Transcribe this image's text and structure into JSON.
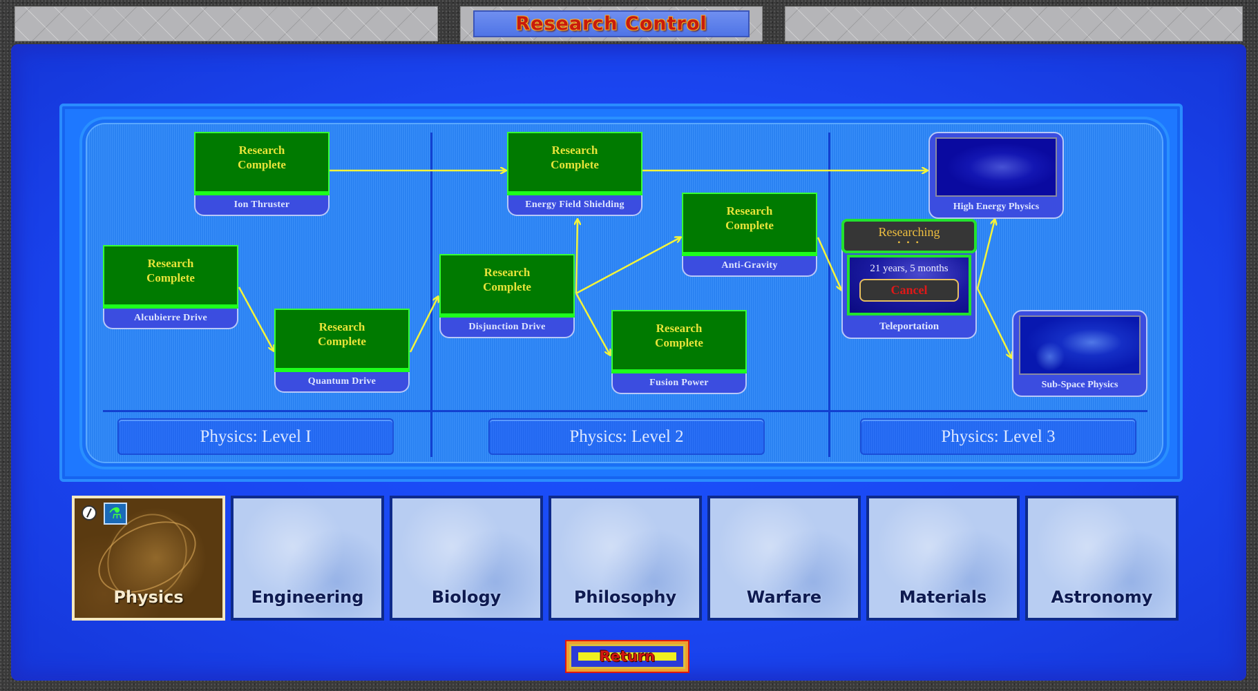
{
  "header": {
    "title": "Research Control"
  },
  "tree": {
    "field": "Physics",
    "levels": [
      {
        "label": "Physics: Level I"
      },
      {
        "label": "Physics: Level 2"
      },
      {
        "label": "Physics: Level 3"
      }
    ],
    "complete_status_line1": "Research",
    "complete_status_line2": "Complete",
    "nodes": {
      "ion_thruster": {
        "name": "Ion Thruster",
        "status": "Research Complete"
      },
      "alcubierre_drive": {
        "name": "Alcubierre Drive",
        "status": "Research Complete"
      },
      "quantum_drive": {
        "name": "Quantum Drive",
        "status": "Research Complete"
      },
      "energy_field_shielding": {
        "name": "Energy Field Shielding",
        "status": "Research Complete"
      },
      "disjunction_drive": {
        "name": "Disjunction Drive",
        "status": "Research Complete"
      },
      "anti_gravity": {
        "name": "Anti-Gravity",
        "status": "Research Complete"
      },
      "fusion_power": {
        "name": "Fusion Power",
        "status": "Research Complete"
      },
      "teleportation": {
        "name": "Teleportation",
        "status": "Researching",
        "dots": "• • •",
        "time_remaining": "21 years, 5 months",
        "cancel_label": "Cancel"
      },
      "high_energy_physics": {
        "name": "High Energy Physics",
        "status": "Not researched"
      },
      "sub_space_physics": {
        "name": "Sub-Space Physics",
        "status": "Not researched"
      }
    },
    "connections": [
      [
        "Ion Thruster",
        "Energy Field Shielding"
      ],
      [
        "Energy Field Shielding",
        "High Energy Physics"
      ],
      [
        "Alcubierre Drive",
        "Quantum Drive"
      ],
      [
        "Quantum Drive",
        "Disjunction Drive"
      ],
      [
        "Disjunction Drive",
        "Energy Field Shielding"
      ],
      [
        "Disjunction Drive",
        "Anti-Gravity"
      ],
      [
        "Disjunction Drive",
        "Fusion Power"
      ],
      [
        "Anti-Gravity",
        "Teleportation"
      ],
      [
        "Teleportation",
        "High Energy Physics"
      ],
      [
        "Teleportation",
        "Sub-Space Physics"
      ]
    ]
  },
  "categories": [
    {
      "label": "Physics",
      "active": true
    },
    {
      "label": "Engineering",
      "active": false
    },
    {
      "label": "Biology",
      "active": false
    },
    {
      "label": "Philosophy",
      "active": false
    },
    {
      "label": "Warfare",
      "active": false
    },
    {
      "label": "Materials",
      "active": false
    },
    {
      "label": "Astronomy",
      "active": false
    }
  ],
  "icons": {
    "clock": "clock-icon",
    "microscope": "microscope-icon",
    "microscope_glyph": "🔬"
  },
  "footer": {
    "return_label": "Return"
  },
  "colors": {
    "complete_green": "#007a00",
    "complete_border": "#1dff1d",
    "status_text_yellow": "#e8e43a",
    "label_blue": "#3b4de0",
    "arrow_yellow": "#f4f43a",
    "cancel_red": "#e01818",
    "researching_gold": "#f0c040"
  }
}
